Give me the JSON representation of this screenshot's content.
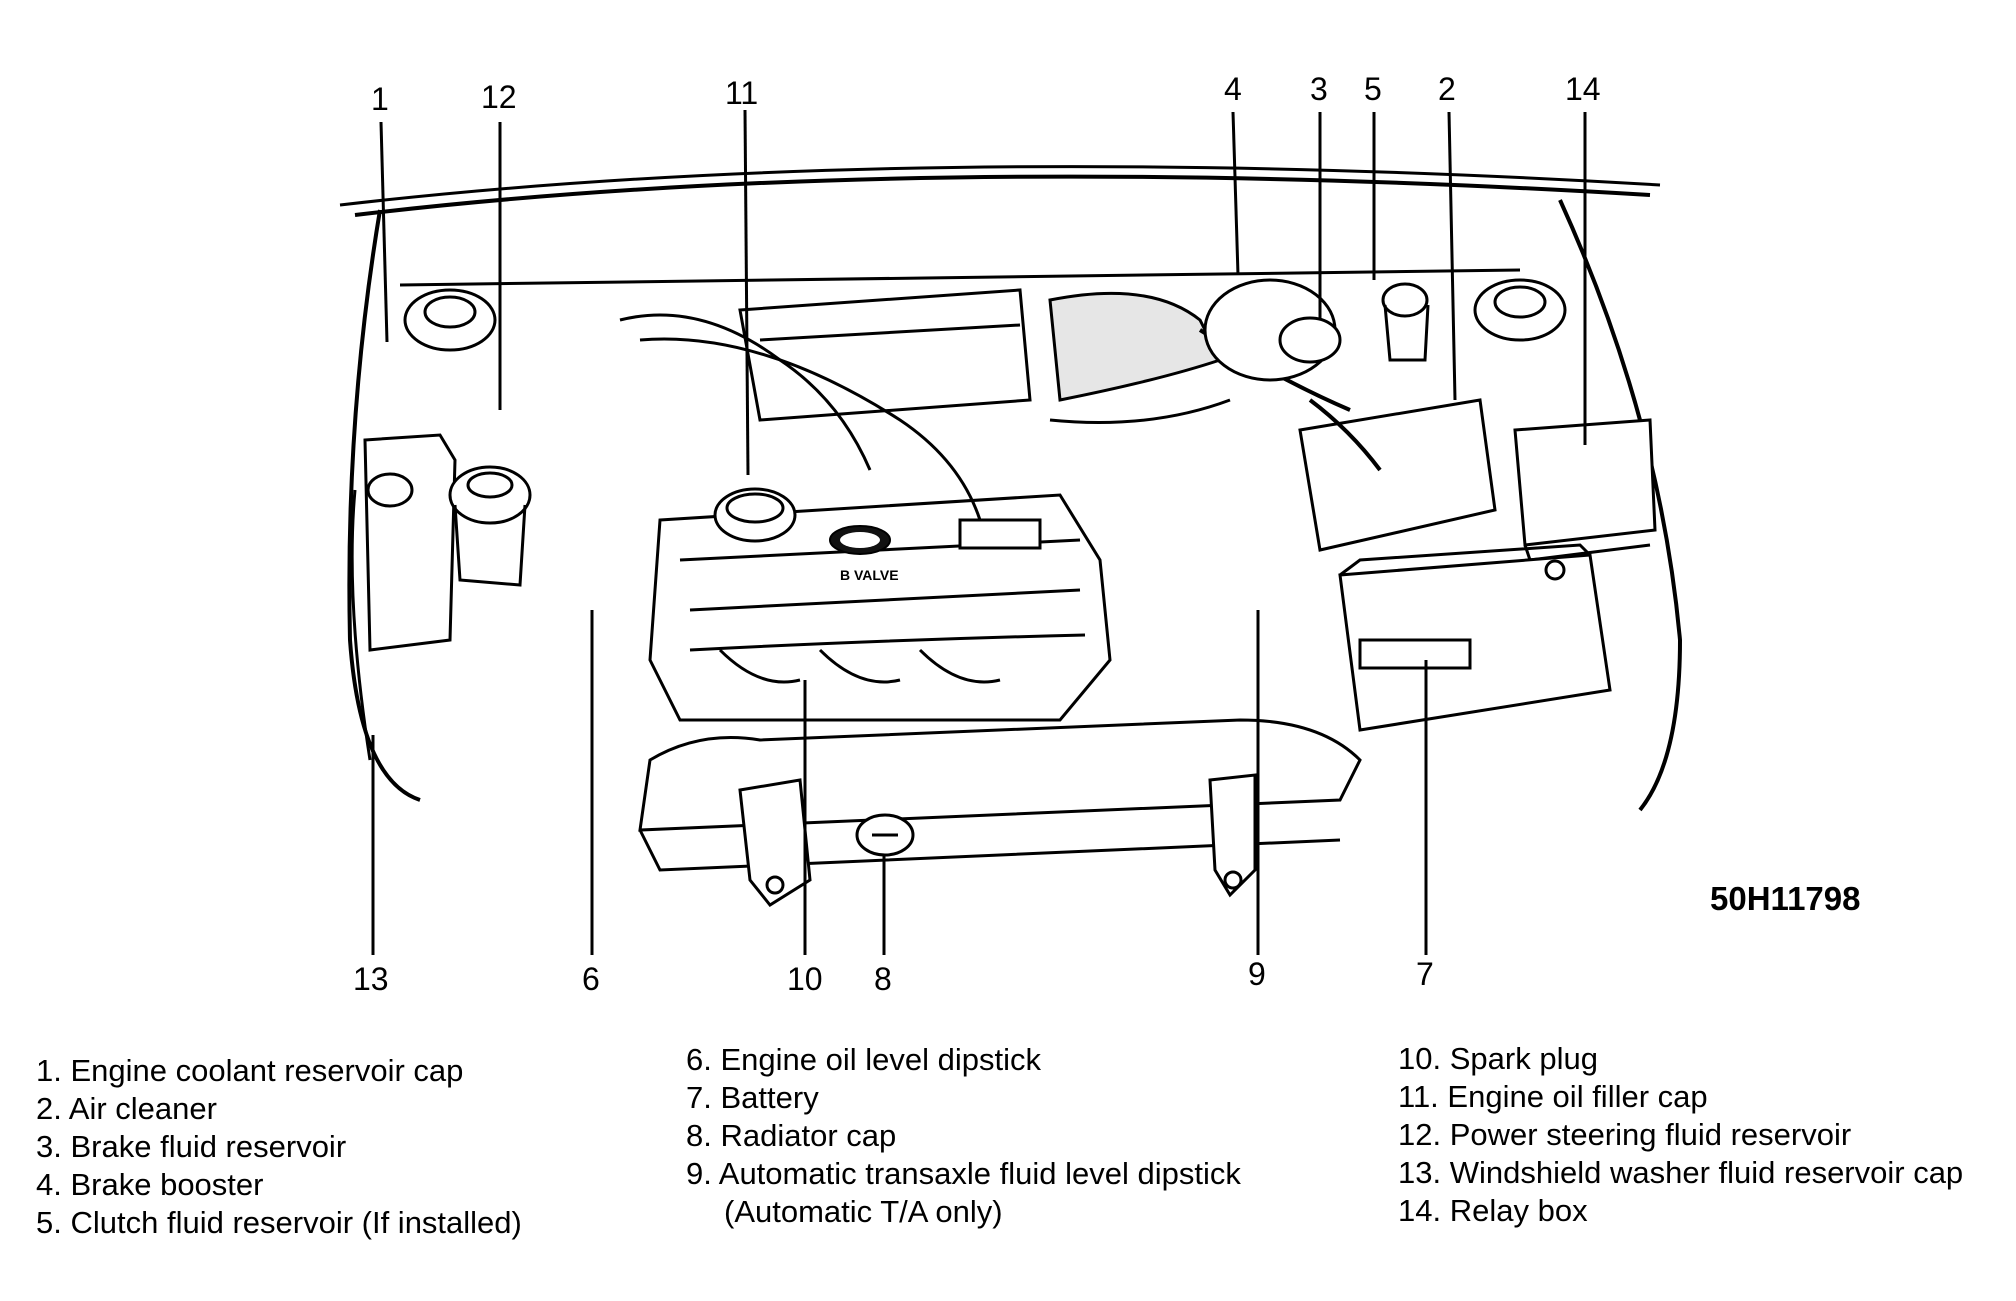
{
  "figure_ref": "50H11798",
  "callouts": [
    {
      "id": "1",
      "label": "1"
    },
    {
      "id": "2",
      "label": "2"
    },
    {
      "id": "3",
      "label": "3"
    },
    {
      "id": "4",
      "label": "4"
    },
    {
      "id": "5",
      "label": "5"
    },
    {
      "id": "6",
      "label": "6"
    },
    {
      "id": "7",
      "label": "7"
    },
    {
      "id": "8",
      "label": "8"
    },
    {
      "id": "9",
      "label": "9"
    },
    {
      "id": "10",
      "label": "10"
    },
    {
      "id": "11",
      "label": "11"
    },
    {
      "id": "12",
      "label": "12"
    },
    {
      "id": "13",
      "label": "13"
    },
    {
      "id": "14",
      "label": "14"
    }
  ],
  "engine_badge": "B VALVE",
  "legend": [
    {
      "num": "1.",
      "text": "Engine coolant reservoir cap"
    },
    {
      "num": "2.",
      "text": "Air cleaner"
    },
    {
      "num": "3.",
      "text": "Brake fluid reservoir"
    },
    {
      "num": "4.",
      "text": "Brake booster"
    },
    {
      "num": "5.",
      "text": "Clutch fluid reservoir (If installed)"
    },
    {
      "num": "6.",
      "text": "Engine oil level dipstick"
    },
    {
      "num": "7.",
      "text": "Battery"
    },
    {
      "num": "8.",
      "text": "Radiator cap"
    },
    {
      "num": "9.",
      "text": "Automatic transaxle fluid level dipstick",
      "cont": "(Automatic T/A only)"
    },
    {
      "num": "10.",
      "text": "Spark plug"
    },
    {
      "num": "11.",
      "text": "Engine oil filler cap"
    },
    {
      "num": "12.",
      "text": "Power steering fluid reservoir"
    },
    {
      "num": "13.",
      "text": "Windshield washer fluid reservoir cap"
    },
    {
      "num": "14.",
      "text": "Relay box"
    }
  ]
}
